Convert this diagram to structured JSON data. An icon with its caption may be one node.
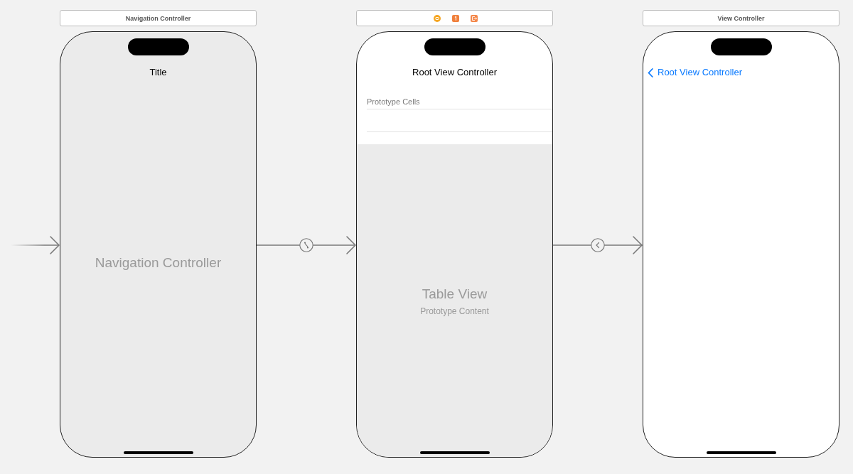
{
  "diagram": {
    "nodes": [
      {
        "text": [
          "Navigation Controller"
        ]
      },
      {
        "text": [
          "Title",
          "Navigation Controller"
        ]
      },
      {
        "text": [],
        "shape": "box"
      },
      {
        "text": [
          "Root View Controller",
          "Prototype Cells"
        ]
      },
      {
        "text": [
          "Table View",
          "Prototype Content"
        ],
        "in": 3
      },
      {
        "text": [
          "View Controller"
        ]
      },
      {
        "text": [
          "Root View Controller"
        ]
      }
    ],
    "edges": [
      {
        "from": null,
        "to": 1,
        "arrow": "to"
      },
      {
        "from": 1,
        "to": 3,
        "arrow": "to"
      },
      {
        "from": 3,
        "to": 6,
        "arrow": "to"
      }
    ]
  }
}
